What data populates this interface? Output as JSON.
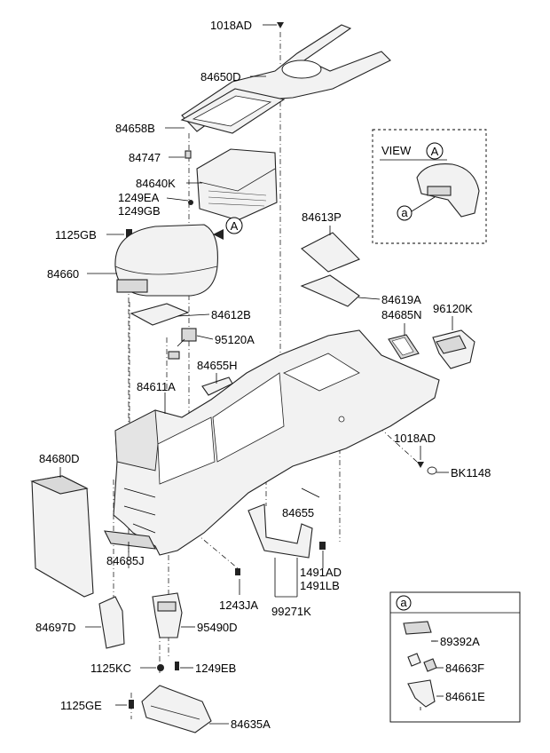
{
  "labels": {
    "p1018AD_top": "1018AD",
    "p84650D": "84650D",
    "p84658B": "84658B",
    "p84747": "84747",
    "p84640K": "84640K",
    "p1249EA": "1249EA",
    "p1249GB": "1249GB",
    "p1125GB": "1125GB",
    "p84660": "84660",
    "p84612B": "84612B",
    "p95120A": "95120A",
    "p84655H": "84655H",
    "p84611A": "84611A",
    "p84613P": "84613P",
    "p84619A": "84619A",
    "p84685N": "84685N",
    "p96120K": "96120K",
    "p1018AD_right": "1018AD",
    "pBK1148": "BK1148",
    "p84680D": "84680D",
    "p84655": "84655",
    "p84685J": "84685J",
    "p1243JA": "1243JA",
    "p1491AD": "1491AD",
    "p1491LB": "1491LB",
    "p99271K": "99271K",
    "p84697D": "84697D",
    "p95490D": "95490D",
    "p1125KC": "1125KC",
    "p1249EB": "1249EB",
    "p1125GE": "1125GE",
    "p84635A": "84635A"
  },
  "callout_a_main": "A",
  "view": {
    "title": "VIEW",
    "ref": "A",
    "sub_ref": "a"
  },
  "legend_a": {
    "ref": "a",
    "items": [
      "89392A",
      "84663F",
      "84661E"
    ]
  }
}
